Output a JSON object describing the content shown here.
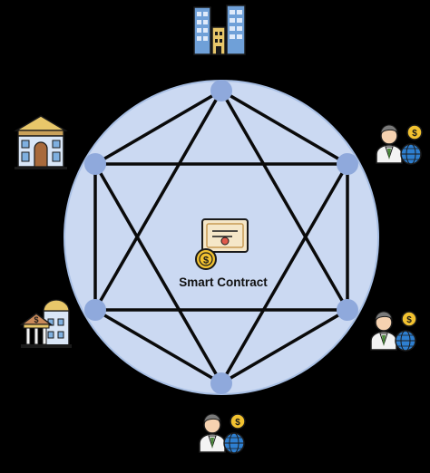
{
  "diagram": {
    "center_label": "Smart Contract",
    "colors": {
      "background": "#000000",
      "circle_fill": "#cbd9f2",
      "circle_stroke": "#9fb6de",
      "node_fill": "#8fa9dc",
      "edge": "#0a0a0a",
      "coin": "#f2c230"
    },
    "nodes": [
      {
        "id": "top",
        "icon": "office-buildings-icon"
      },
      {
        "id": "upper-right",
        "icon": "businessman-with-globe-icon"
      },
      {
        "id": "lower-right",
        "icon": "businessman-with-globe-icon"
      },
      {
        "id": "bottom",
        "icon": "businessman-with-globe-icon"
      },
      {
        "id": "lower-left",
        "icon": "bank-icon"
      },
      {
        "id": "upper-left",
        "icon": "courthouse-building-icon"
      }
    ],
    "center_icon": "contract-certificate-icon",
    "coin_icon": "dollar-coin-icon"
  }
}
